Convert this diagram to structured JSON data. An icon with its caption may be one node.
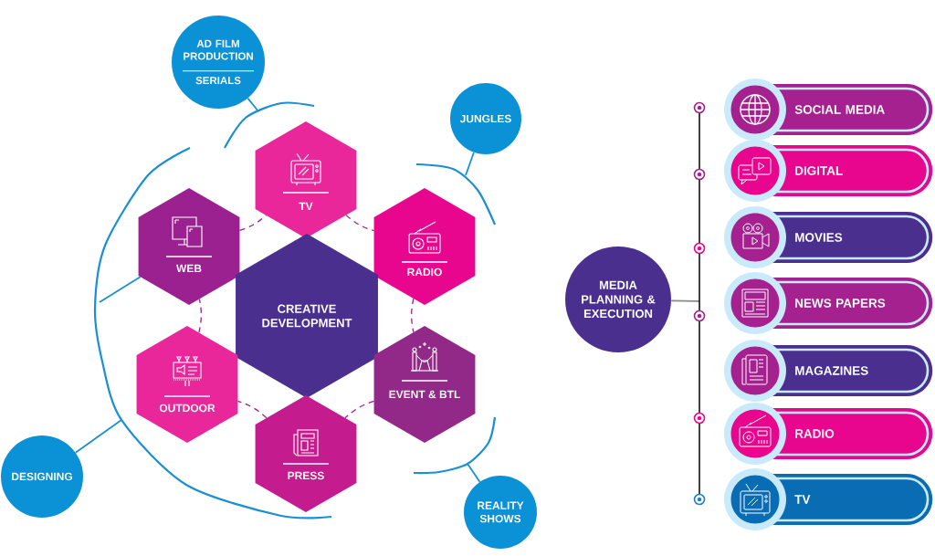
{
  "diagram": {
    "nodes": [
      {
        "text": [
          "AD FILM PRODUCTION",
          "SERIALS"
        ]
      },
      {
        "text": [
          "JUNGLES"
        ]
      },
      {
        "text": [
          "TV"
        ]
      },
      {
        "text": [
          "WEB"
        ]
      },
      {
        "text": [
          "RADIO"
        ]
      },
      {
        "text": [
          "CREATIVE DEVELOPMENT"
        ]
      },
      {
        "text": [
          "OUTDOOR"
        ]
      },
      {
        "text": [
          "EVENT & BTL"
        ]
      },
      {
        "text": [
          "PRESS"
        ]
      },
      {
        "text": [
          "DESIGNING"
        ]
      },
      {
        "text": [
          "REALITY SHOWS"
        ]
      },
      {
        "text": [
          "MEDIA PLANNING & EXECUTION"
        ]
      },
      {
        "text": [
          "SOCIAL MEDIA"
        ]
      },
      {
        "text": [
          "DIGITAL"
        ]
      },
      {
        "text": [
          "MOVIES"
        ]
      },
      {
        "text": [
          "NEWS PAPERS"
        ]
      },
      {
        "text": [
          "MAGAZINES"
        ]
      },
      {
        "text": [
          "RADIO"
        ]
      },
      {
        "text": [
          "TV"
        ]
      }
    ],
    "edges": [
      {
        "from": 2,
        "to": 4,
        "arrow": "none",
        "style": "dashed"
      },
      {
        "from": 4,
        "to": 7,
        "arrow": "none",
        "style": "dashed"
      },
      {
        "from": 7,
        "to": 8,
        "arrow": "none",
        "style": "dashed"
      },
      {
        "from": 8,
        "to": 6,
        "arrow": "none",
        "style": "dashed"
      },
      {
        "from": 6,
        "to": 3,
        "arrow": "none",
        "style": "dashed"
      },
      {
        "from": 3,
        "to": 2,
        "arrow": "none",
        "style": "dashed"
      },
      {
        "from": 0,
        "to": null,
        "arrow": "none",
        "color": "#1b8fd6"
      },
      {
        "from": 1,
        "to": null,
        "arrow": "none",
        "color": "#1b8fd6"
      },
      {
        "from": 9,
        "to": null,
        "arrow": "none",
        "color": "#1b8fd6"
      },
      {
        "from": 10,
        "to": null,
        "arrow": "none",
        "color": "#1b8fd6"
      },
      {
        "from": null,
        "to": 3,
        "arrow": "none",
        "color": "#1b8fd6"
      },
      {
        "from": 11,
        "to": null,
        "arrow": "none",
        "color": "#8a8a8a"
      }
    ]
  }
}
